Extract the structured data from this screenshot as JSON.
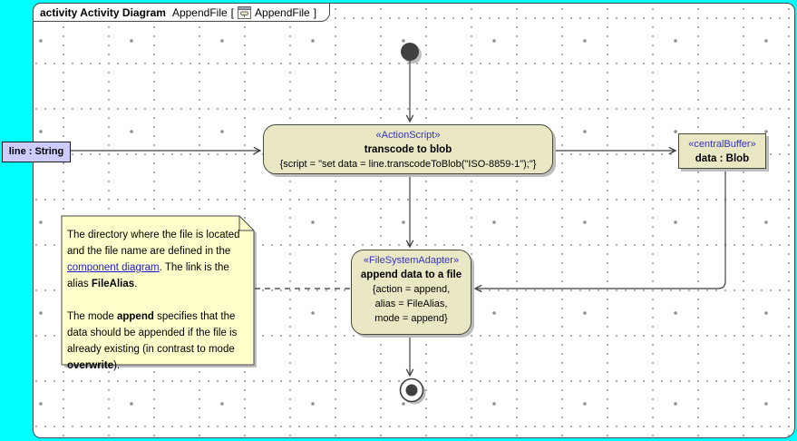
{
  "colors": {
    "canvas": "#00ffff",
    "frame-border": "#4a4a4a",
    "diagram-bg": "#ffffff",
    "grid-dot": "#a9a9a9",
    "node-fill": "#eae8c4",
    "node-border": "#4a4a3a",
    "note-fill": "#ffffcb",
    "label-fill": "#ccccff",
    "stereotype": "#3333cc",
    "link": "#1a1ad9",
    "edge": "#3f3f3f",
    "shadow": "#bdbdbd",
    "dark-node": "#404040"
  },
  "header": {
    "kind": "activity Activity Diagram",
    "name": "AppendFile",
    "open_bracket": "[",
    "ref": "AppendFile",
    "close_bracket": "]"
  },
  "nodes": {
    "object_label": "line : String",
    "transcode": {
      "stereotype": "«ActionScript»",
      "name": "transcode to blob",
      "spec": "{script = \"set data = line.transcodeToBlob(\"ISO-8859-1\");\"}"
    },
    "buffer": {
      "stereotype": "«centralBuffer»",
      "name": "data : Blob"
    },
    "append": {
      "stereotype": "«FileSystemAdapter»",
      "name": "append data to a file",
      "spec": [
        "{action = append,",
        "alias = FileAlias,",
        "mode = append}"
      ]
    }
  },
  "note": {
    "p1a": "The directory where the file is located and the file name are defined in the ",
    "link": "component diagram",
    "p1b": ". The link is the alias ",
    "b1": "FileAlias",
    "p1c": ".",
    "p2a": "The mode ",
    "b2": "append",
    "p2b": " specifies that the data should be appended if the file is already existing (in contrast to mode ",
    "b3": "overwrite",
    "p2c": ")."
  }
}
